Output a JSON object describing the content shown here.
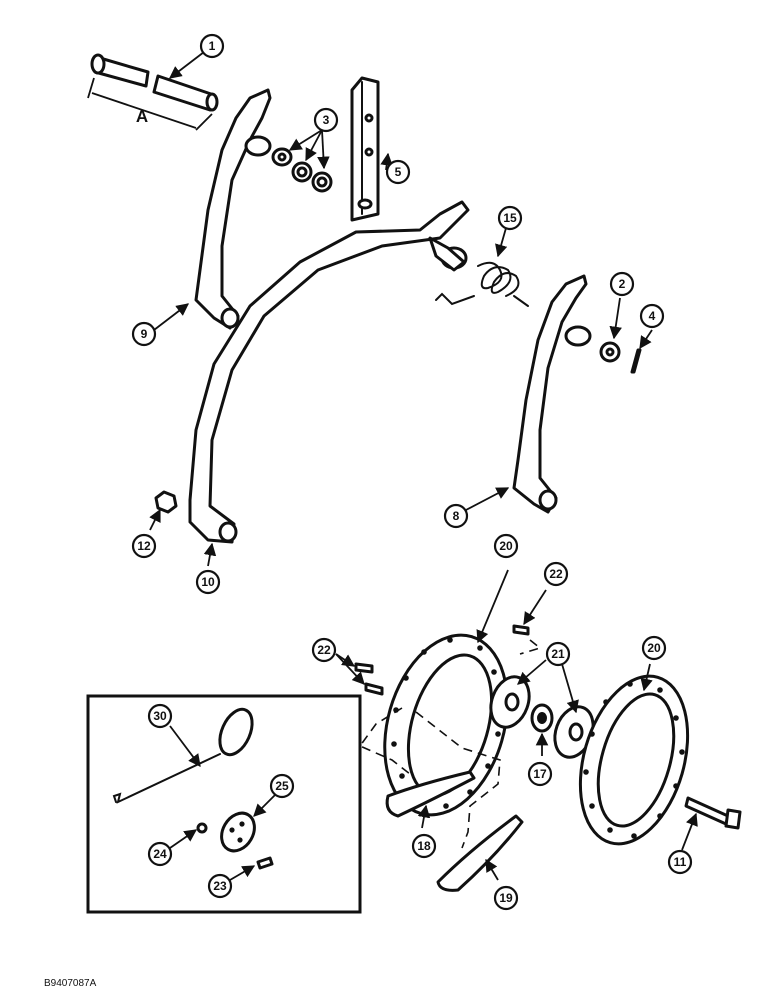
{
  "drawing_code": "B9407087A",
  "dimension_letter": "A",
  "callouts": {
    "c1": "1",
    "c2": "2",
    "c3": "3",
    "c4": "4",
    "c5": "5",
    "c8": "8",
    "c9": "9",
    "c10": "10",
    "c11": "11",
    "c12": "12",
    "c15": "15",
    "c17": "17",
    "c18": "18",
    "c19": "19",
    "c20a": "20",
    "c20b": "20",
    "c21": "21",
    "c22a": "22",
    "c22b": "22",
    "c23": "23",
    "c24": "24",
    "c25": "25",
    "c30": "30"
  }
}
